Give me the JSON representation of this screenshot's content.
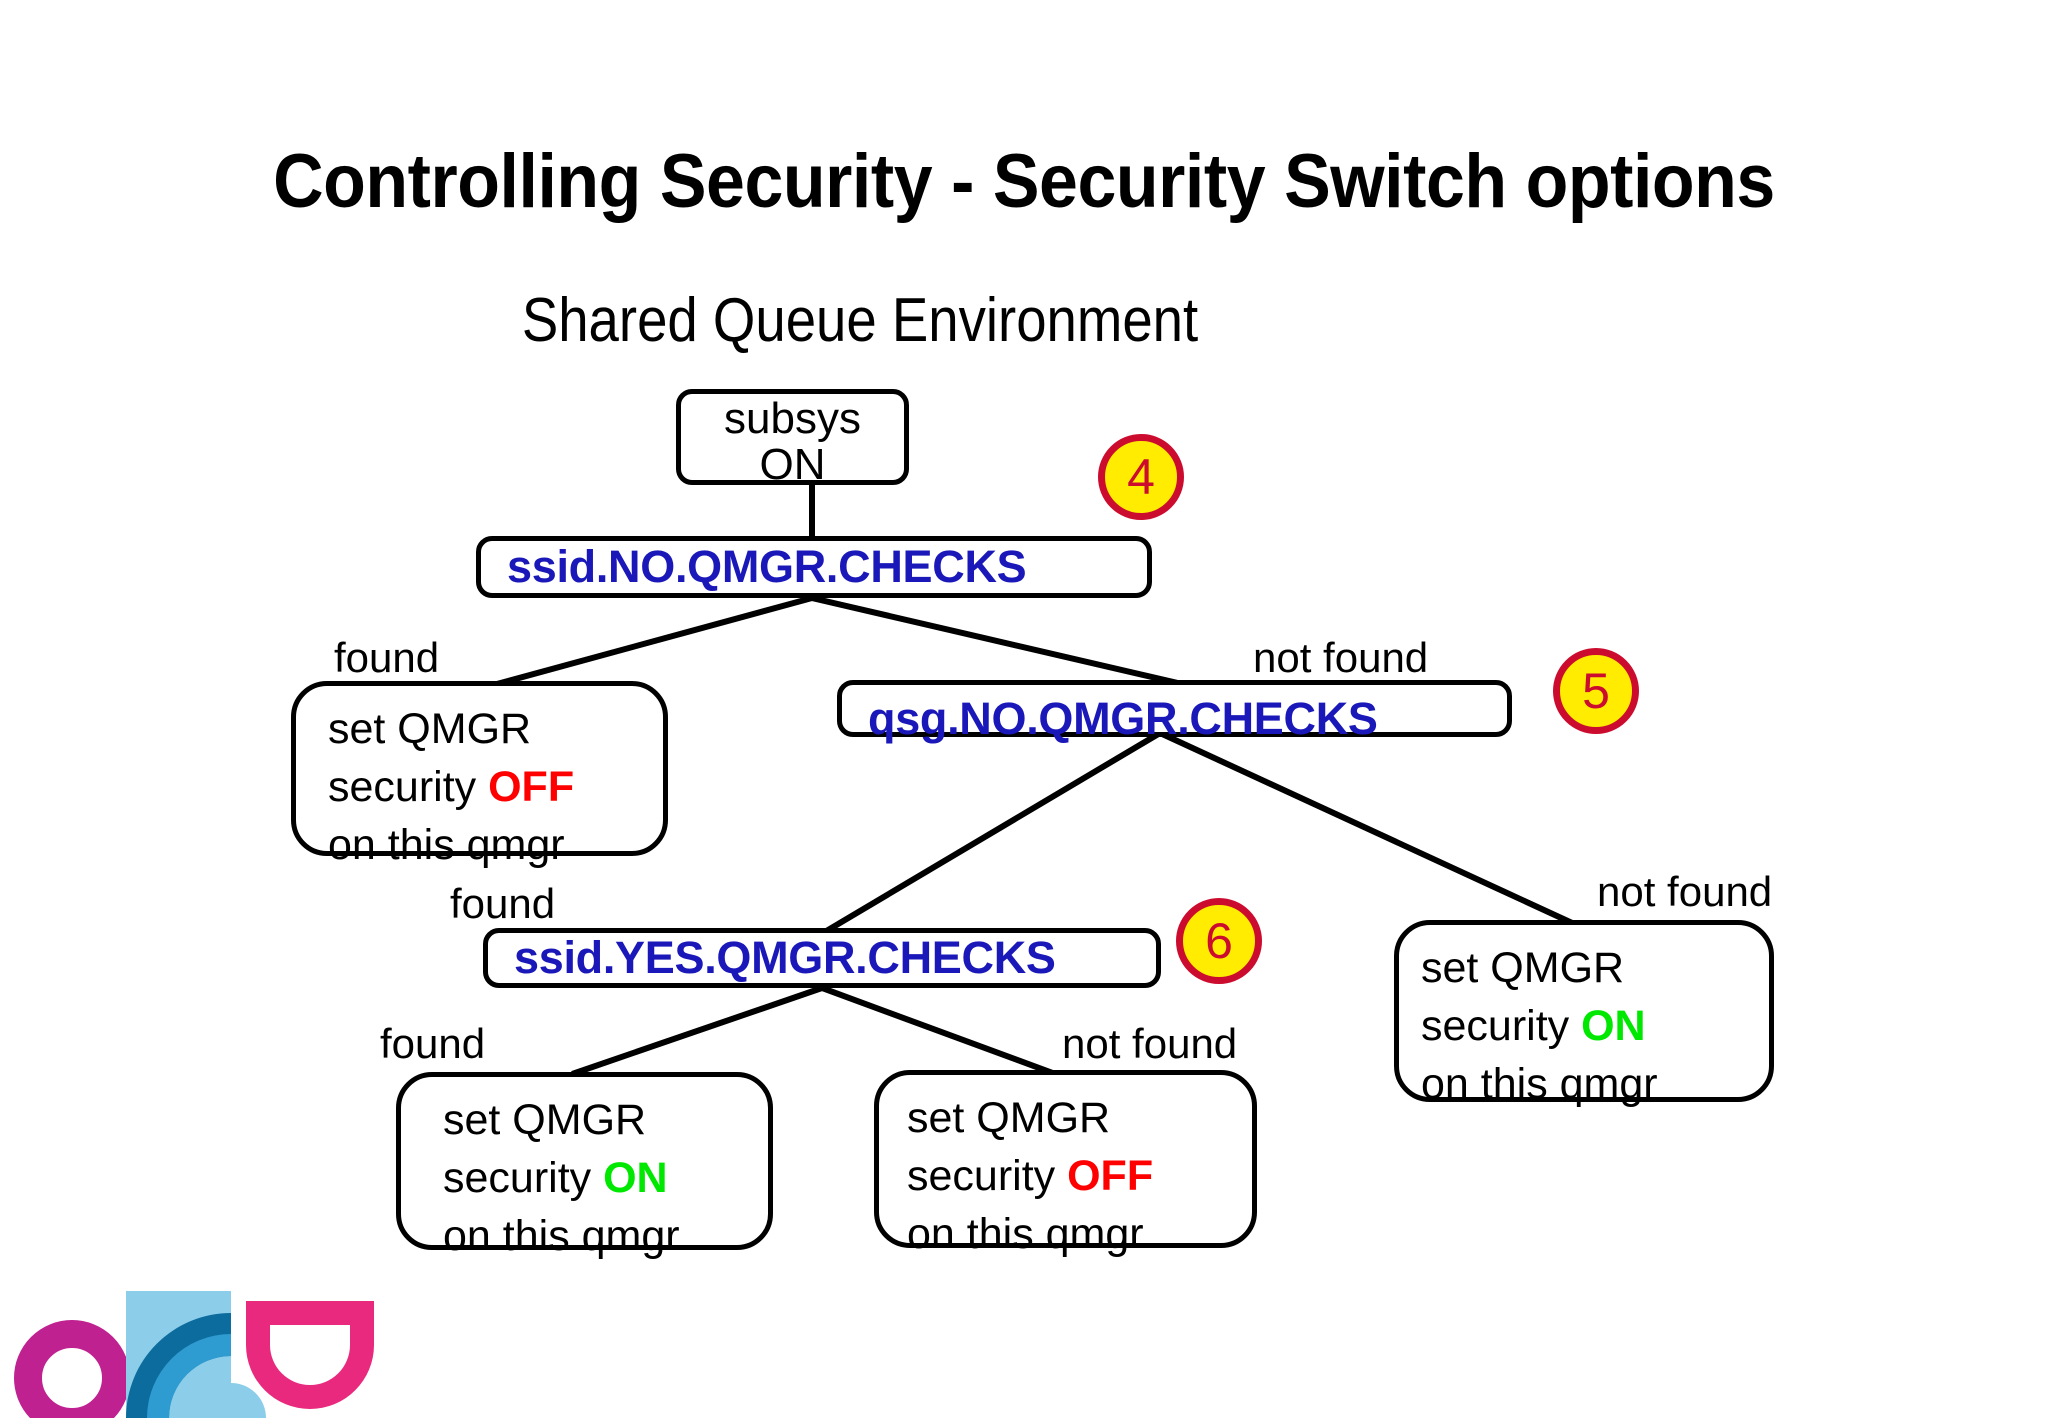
{
  "slide": {
    "title": "Controlling Security - Security Switch options",
    "subtitle": "Shared Queue  Environment"
  },
  "nodes": {
    "subsys": {
      "line1": "subsys",
      "line2": "ON"
    },
    "ssid_no_qmgr_checks": {
      "label": "ssid.NO.QMGR.CHECKS"
    },
    "qsg_no_qmgr_checks": {
      "label": "qsg.NO.QMGR.CHECKS"
    },
    "ssid_yes_qmgr_checks": {
      "label": "ssid.YES.QMGR.CHECKS"
    },
    "action_off_left": {
      "line1": "set QMGR",
      "line2_prefix": "security ",
      "line2_state": "OFF",
      "line3": "on this qmgr"
    },
    "action_on_right": {
      "line1": "set QMGR",
      "line2_prefix": "security ",
      "line2_state": "ON",
      "line3": "on this qmgr"
    },
    "action_on_bottom": {
      "line1": "set QMGR",
      "line2_prefix": "security ",
      "line2_state": "ON",
      "line3": "on this qmgr"
    },
    "action_off_bottom": {
      "line1": "set QMGR",
      "line2_prefix": "security ",
      "line2_state": "OFF",
      "line3": "on this qmgr"
    }
  },
  "edge_labels": {
    "found_1": "found",
    "not_found_1": "not found",
    "found_2": "found",
    "not_found_2": "not found",
    "found_3": "found",
    "not_found_3": "not found"
  },
  "badges": {
    "step_4": "4",
    "step_5": "5",
    "step_6": "6"
  },
  "colors": {
    "check_text_blue": "#1A18B8",
    "state_on_green": "#00E800",
    "state_off_red": "#FF0000",
    "badge_fill_yellow": "#FFEC00",
    "badge_border_red": "#CC0C2F",
    "logo_magenta": "#BF2191",
    "logo_pink": "#E8297E",
    "logo_light_blue": "#8CCDEA",
    "logo_mid_blue": "#2E9BD1",
    "logo_dark_blue": "#0C6C9E",
    "background": "#FFFFFF"
  },
  "logo": {
    "name": "ibm-style-mark",
    "shapes": [
      "magenta-ring",
      "light-blue-square",
      "blue-quarter-arc",
      "pink-semicircle"
    ]
  }
}
